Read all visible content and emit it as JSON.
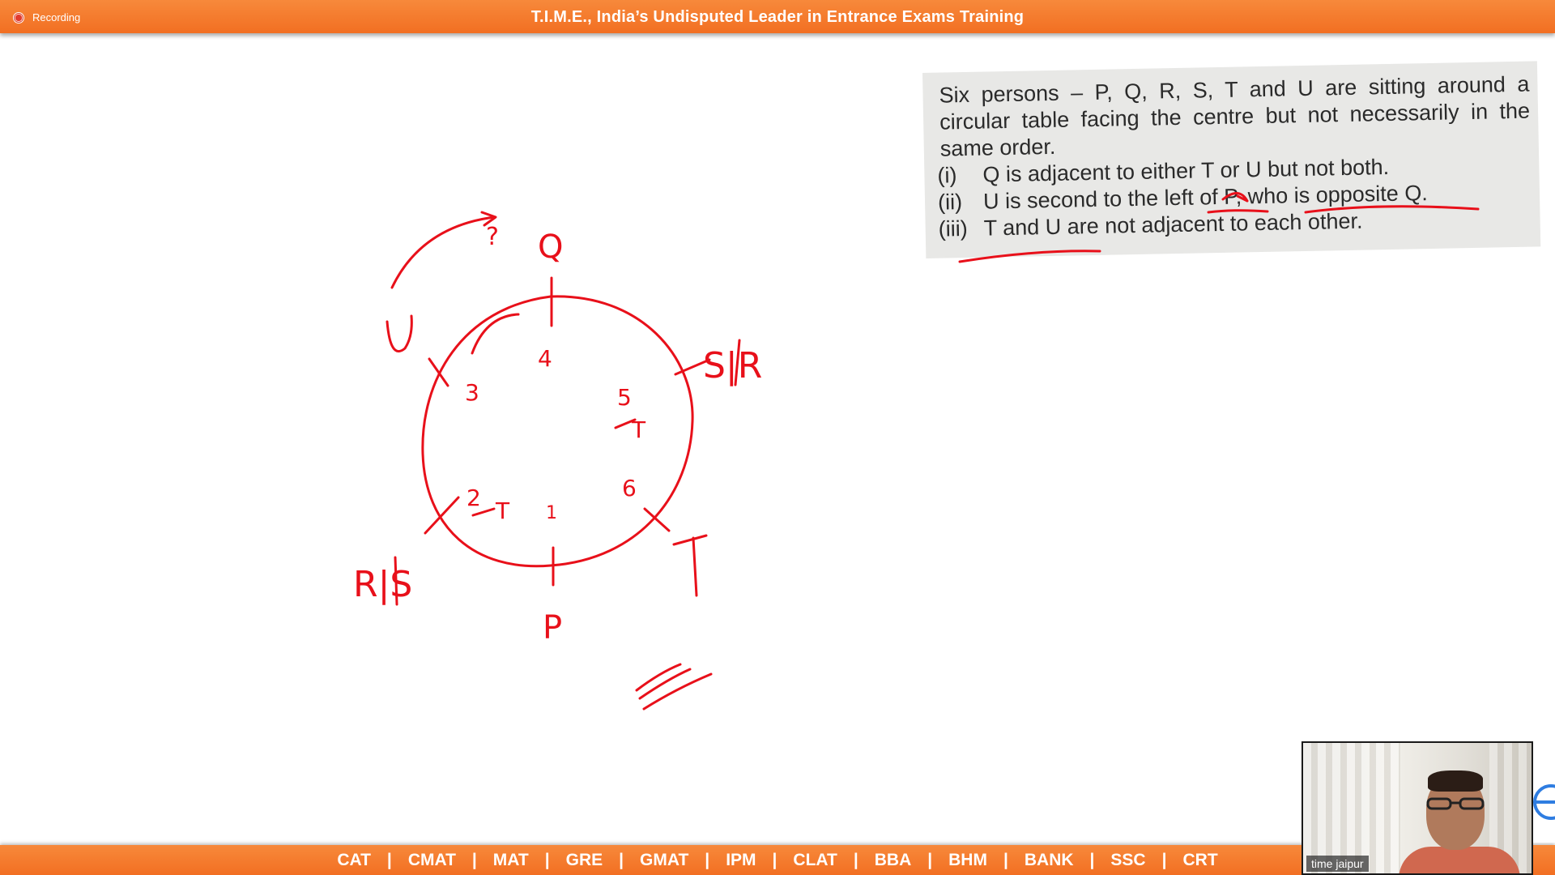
{
  "header": {
    "recording_label": "Recording",
    "title": "T.I.M.E., India’s Undisputed Leader in Entrance Exams Training"
  },
  "question": {
    "intro": "Six persons – P, Q, R, S, T and U are sitting around a circular table facing the centre but not necessarily in the same order.",
    "conditions": [
      {
        "num": "(i)",
        "text": "Q is adjacent to either T or U but not both."
      },
      {
        "num": "(ii)",
        "text": "U is second to the left of P, who is opposite Q."
      },
      {
        "num": "(iii)",
        "text": "T and U are not adjacent to each other."
      }
    ]
  },
  "whiteboard": {
    "ink_color": "#e8101a",
    "labels": {
      "top": "Q",
      "bottom": "P",
      "top_right": "S|R",
      "bottom_left": "R|S",
      "bottom_right": "T",
      "top_left": "U",
      "question_mark": "?"
    },
    "seat_numbers": {
      "seat_1": "1",
      "seat_2": "2",
      "seat_3": "3",
      "seat_4": "4",
      "seat_5": "5",
      "seat_6": "6"
    },
    "crossed_notes": {
      "near_2": "T",
      "near_5": "T"
    }
  },
  "footer": {
    "exams": [
      "CAT",
      "CMAT",
      "MAT",
      "GRE",
      "GMAT",
      "IPM",
      "CLAT",
      "BBA",
      "BHM",
      "BANK",
      "SSC",
      "CRT"
    ],
    "separator": "|"
  },
  "video": {
    "participant_name": "time jaipur"
  },
  "colors": {
    "bar_orange": "#f47a2c",
    "question_bg": "#e8e8e6",
    "ink_red": "#e8101a"
  }
}
